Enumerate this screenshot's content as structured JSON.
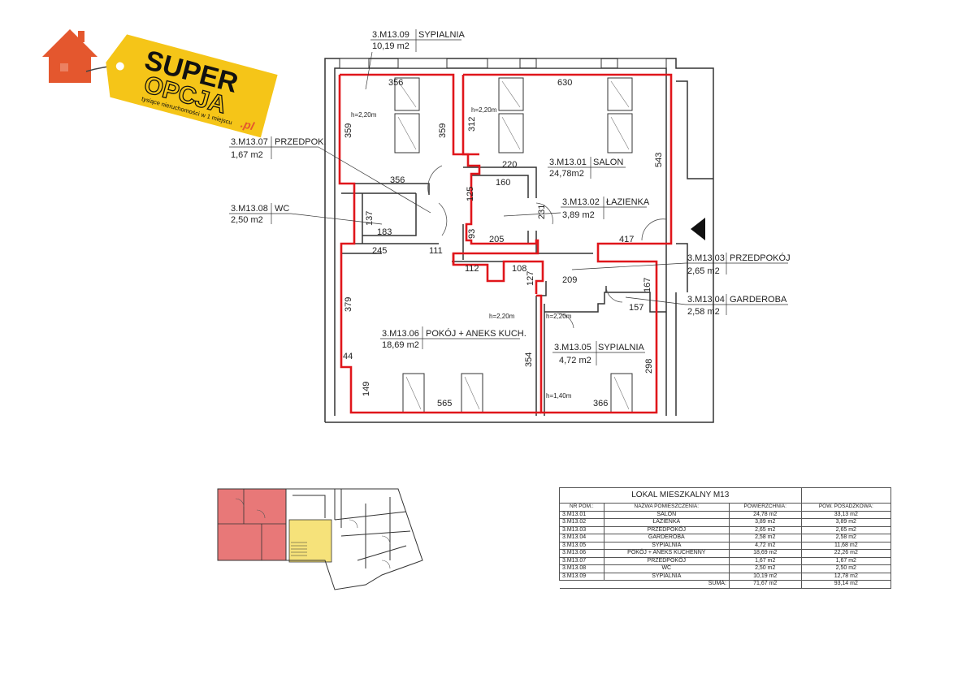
{
  "logo": {
    "line1": "SUPER",
    "line2": "OPCJA",
    "tagline": "tysiące nieruchomości w 1 miejscu",
    "domain": ".pl",
    "colors": {
      "tag": "#f5c518",
      "house": "#e4572e",
      "text": "#111111"
    }
  },
  "plan": {
    "rooms": [
      {
        "code": "3.M13.09",
        "name": "SYPIALNIA",
        "area": "10,19 m2"
      },
      {
        "code": "3.M13.07",
        "name": "PRZEDPOK.",
        "area": "1,67 m2"
      },
      {
        "code": "3.M13.08",
        "name": "WC",
        "area": "2,50 m2"
      },
      {
        "code": "3.M13.01",
        "name": "SALON",
        "area": "24,78m2"
      },
      {
        "code": "3.M13.02",
        "name": "ŁAZIENKA",
        "area": "3,89 m2"
      },
      {
        "code": "3.M13.03",
        "name": "PRZEDPOKÓJ",
        "area": "2,65 m2"
      },
      {
        "code": "3.M13.04",
        "name": "GARDEROBA",
        "area": "2,58 m2"
      },
      {
        "code": "3.M13.06",
        "name": "POKÓJ + ANEKS KUCH.",
        "area": "18,69 m2"
      },
      {
        "code": "3.M13.05",
        "name": "SYPIALNIA",
        "area": "4,72 m2"
      }
    ],
    "dimensions": [
      "356",
      "630",
      "359",
      "359",
      "312",
      "543",
      "356",
      "220",
      "160",
      "125",
      "231",
      "93",
      "137",
      "183",
      "205",
      "417",
      "245",
      "111",
      "112",
      "108",
      "127",
      "209",
      "167",
      "157",
      "379",
      "354",
      "44",
      "149",
      "565",
      "366",
      "298"
    ],
    "heights": [
      "h=2,20m",
      "h=2,20m",
      "h=2,20m",
      "h=2,20m",
      "h=1,40m"
    ],
    "colors": {
      "outline": "#e0161b",
      "wall": "#333333"
    }
  },
  "keyplan": {
    "colors": {
      "highlight": "#e87878",
      "stair": "#f6e27a",
      "lines": "#333333"
    }
  },
  "table": {
    "title": "LOKAL MIESZKALNY M13",
    "headers": [
      "NR POM.:",
      "NAZWA POMIESZCZENIA:",
      "POWIERZCHNIA:",
      "POW. POSADZKOWA:"
    ],
    "rows": [
      [
        "3.M13.01",
        "SALON",
        "24,78 m2",
        "33,13 m2"
      ],
      [
        "3.M13.02",
        "ŁAZIENKA",
        "3,89 m2",
        "3,89 m2"
      ],
      [
        "3.M13.03",
        "PRZEDPOKÓJ",
        "2,65 m2",
        "2,65 m2"
      ],
      [
        "3.M13.04",
        "GARDEROBA",
        "2,58 m2",
        "2,58 m2"
      ],
      [
        "3.M13.05",
        "SYPIALNIA",
        "4,72 m2",
        "11,68 m2"
      ],
      [
        "3.M13.06",
        "POKÓJ + ANEKS KUCHENNY",
        "18,69 m2",
        "22,26 m2"
      ],
      [
        "3.M13.07",
        "PRZEDPOKÓJ",
        "1,67 m2",
        "1,67 m2"
      ],
      [
        "3.M13.08",
        "WC",
        "2,50 m2",
        "2,50 m2"
      ],
      [
        "3.M13.09",
        "SYPIALNIA",
        "10,19 m2",
        "12,78 m2"
      ]
    ],
    "sum_label": "SUMA:",
    "sum_area": "71,67 m2",
    "sum_floor": "93,14 m2"
  }
}
